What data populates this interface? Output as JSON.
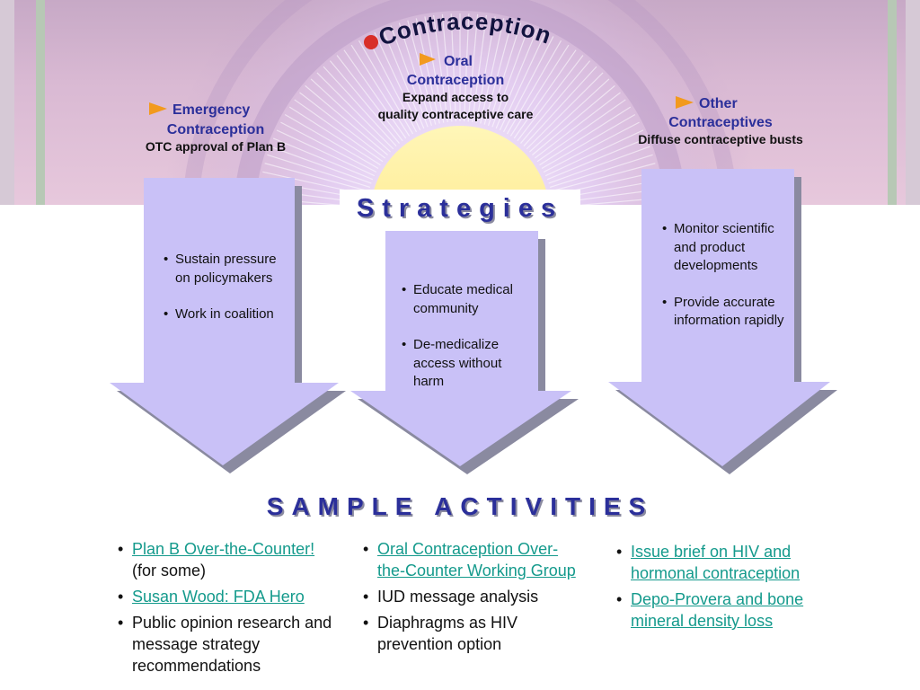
{
  "banner": {
    "title": "Contraception",
    "left": {
      "line1": "Emergency",
      "line2": "Contraception",
      "sub": "OTC approval of Plan B"
    },
    "center": {
      "line1": "Oral",
      "line2": "Contraception",
      "sub1": "Expand access to",
      "sub2": "quality contraceptive care"
    },
    "right": {
      "line1": "Other",
      "line2": "Contraceptives",
      "sub": "Diffuse contraceptive busts"
    }
  },
  "strategies": {
    "label": "Strategies",
    "left": [
      "Sustain pressure on policymakers",
      "Work in coalition"
    ],
    "center": [
      "Educate medical community",
      "De-medicalize access without harm"
    ],
    "right": [
      "Monitor scientific and product developments",
      "Provide accurate information rapidly"
    ]
  },
  "activities": {
    "label": "SAMPLE ACTIVITIES",
    "col1": {
      "item1_link": "Plan B Over-the-Counter!",
      "item1_note": "(for some)",
      "item2_link": "Susan Wood: FDA Hero",
      "item3": "Public opinion research and message strategy recommendations"
    },
    "col2": {
      "item1_link": "Oral Contraception Over-the-Counter Working Group",
      "item2": "IUD message analysis",
      "item3": "Diaphragms as HIV prevention option"
    },
    "col3": {
      "item1_link": "Issue brief on HIV and hormonal contraception",
      "item2_link": "Depo-Provera and bone mineral density loss"
    }
  },
  "colors": {
    "arrow_fill": "#c9c1f7",
    "arrow_shadow": "#8a8aa0",
    "link": "#149a8c",
    "heading_blue": "#2b2f9a",
    "title_dark": "#12133f",
    "bullet_marker": "#e0322c",
    "pointer": "#f29a1e"
  },
  "icons": {
    "title_marker": "red-dot-icon",
    "pointer": "orange-triangle-icon"
  }
}
